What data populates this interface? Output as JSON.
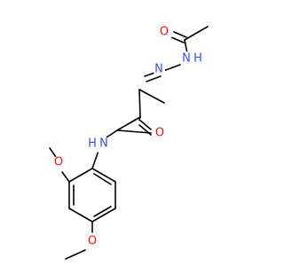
{
  "molecule": {
    "colors": {
      "oxygen": "#ff0d0d",
      "nitrogen": "#3050f8",
      "bond": "#000000"
    },
    "atoms": {
      "o_acetyl": "O",
      "nh_hydrazide": "N",
      "h_hydrazide": "H",
      "n_imine": "N",
      "o_amide": "O",
      "nh_amide": "N",
      "h_amide": "H",
      "o_methoxy_ortho": "O",
      "o_methoxy_para": "O"
    }
  }
}
